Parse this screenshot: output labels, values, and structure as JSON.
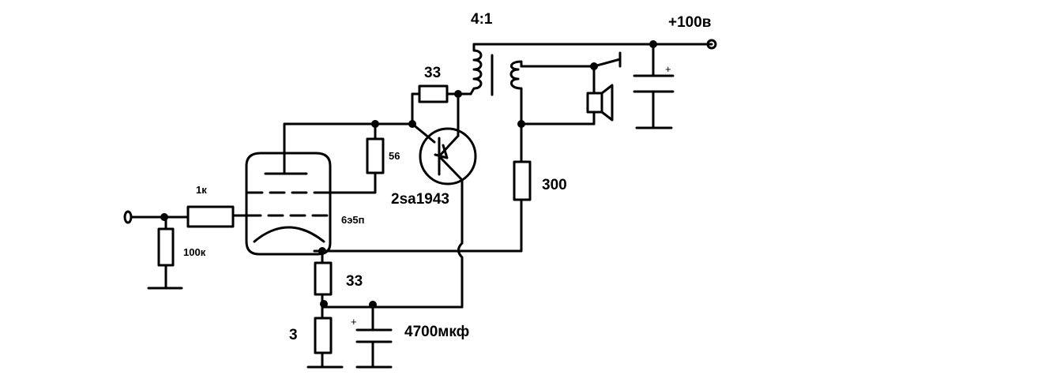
{
  "labels": {
    "ratio": "4:1",
    "supply": "+100в",
    "r_base": "33",
    "r_56": "56",
    "transistor": "2sa1943",
    "r_300": "300",
    "r_1k": "1к",
    "tube": "6э5п",
    "r_100k": "100к",
    "r_33": "33",
    "r_3": "3",
    "cap": "4700мкф",
    "cap_plus": "+",
    "cap2_plus": "+"
  }
}
